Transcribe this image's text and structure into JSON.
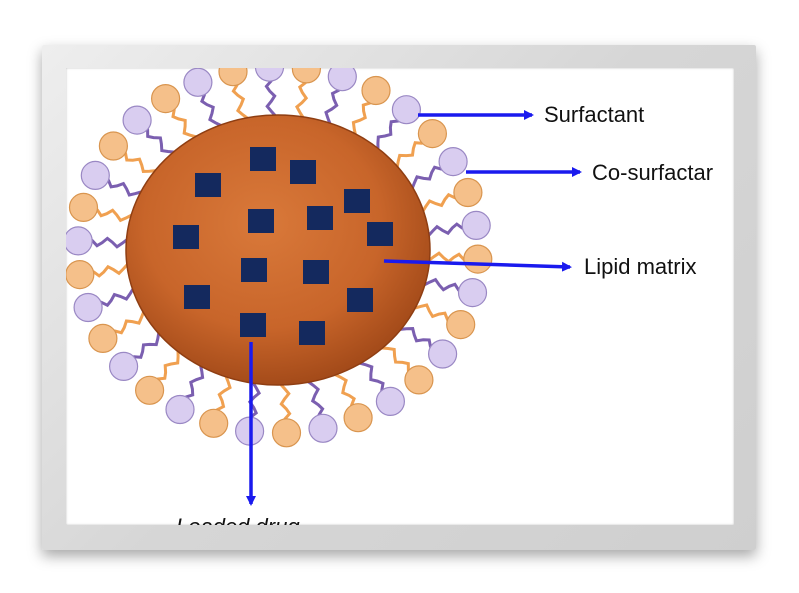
{
  "diagram": {
    "labels": {
      "surfactant": "Surfactant",
      "cosurfactant": "Co-surfactar",
      "lipid_matrix": "Lipid matrix",
      "loaded_drug": "Loaded drug"
    }
  },
  "colors": {
    "core": "#c8652a",
    "core_dark": "#8f3e12",
    "drug": "#14295e",
    "arrow": "#1a1aee",
    "surfactant_head": "#f5c08a",
    "surfactant_tail": "#f0a050",
    "cosurfactant_head": "#d9cdf0",
    "cosurfactant_tail": "#7b5fb0"
  },
  "icons": [
    "surfactant-molecule-icon",
    "cosurfactant-molecule-icon",
    "drug-particle-icon"
  ]
}
